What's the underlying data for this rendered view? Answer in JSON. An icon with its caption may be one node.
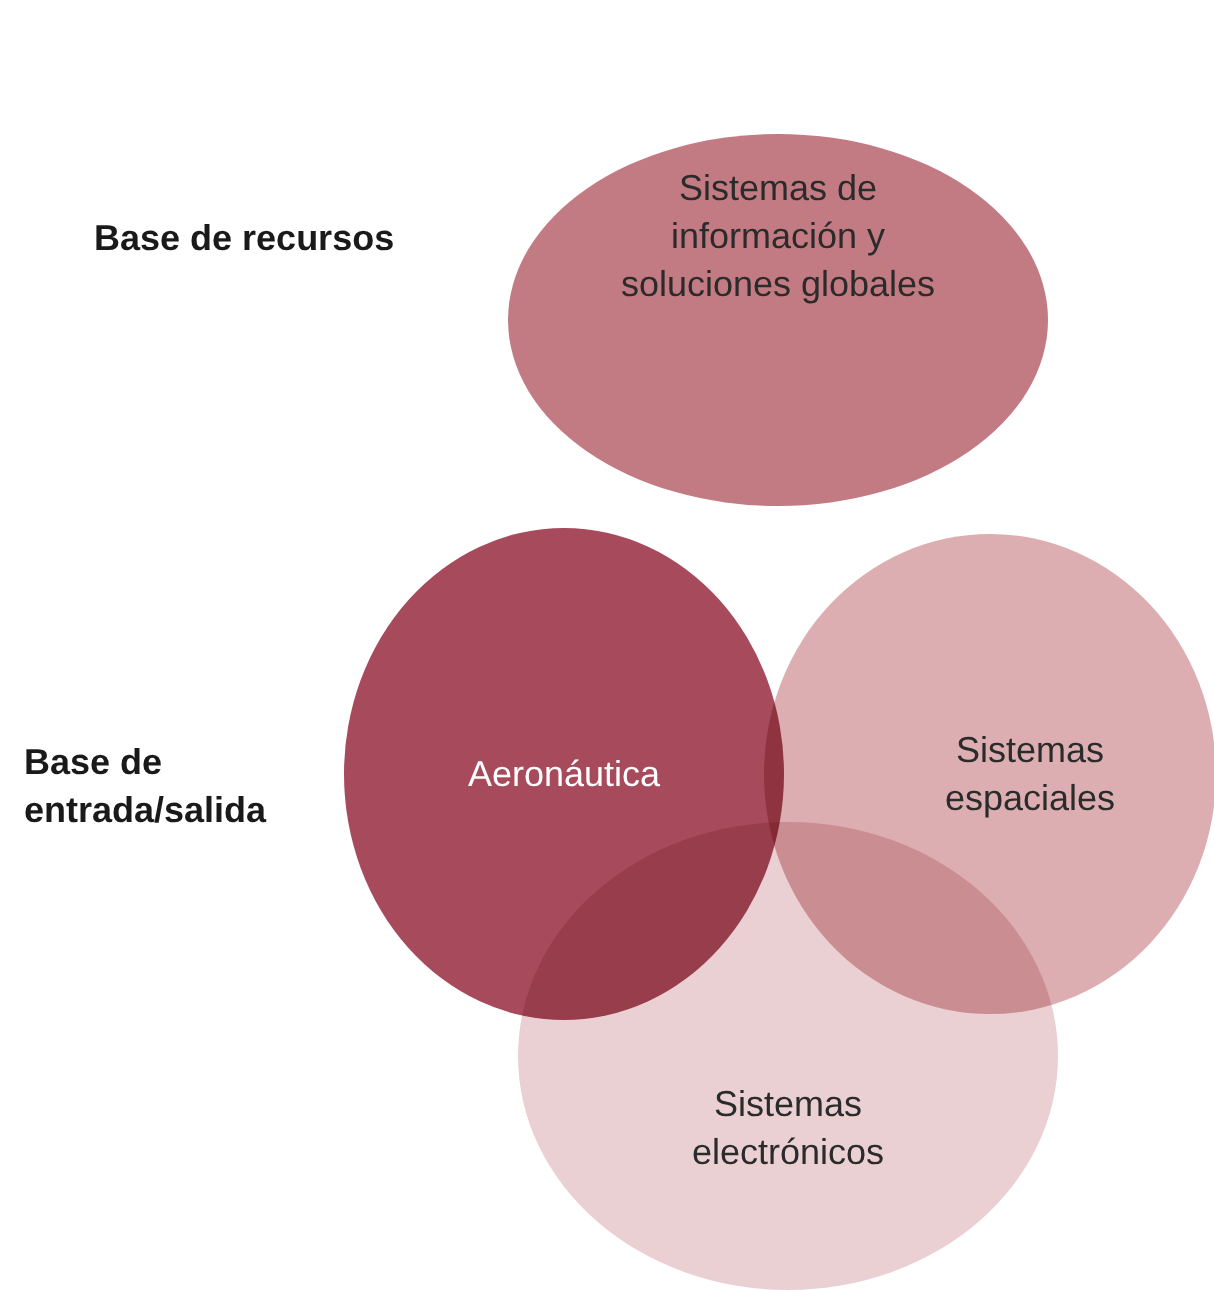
{
  "diagram": {
    "nodes": [
      {
        "text": [
          "Sistemas de información y soluciones globales"
        ]
      },
      {
        "text": [
          "Aeronáutica"
        ]
      },
      {
        "text": [
          "Sistemas espaciales"
        ]
      },
      {
        "text": [
          "Sistemas electrónicos"
        ]
      }
    ],
    "labels": [
      "Base de recursos",
      "Base de entrada/salida"
    ]
  }
}
